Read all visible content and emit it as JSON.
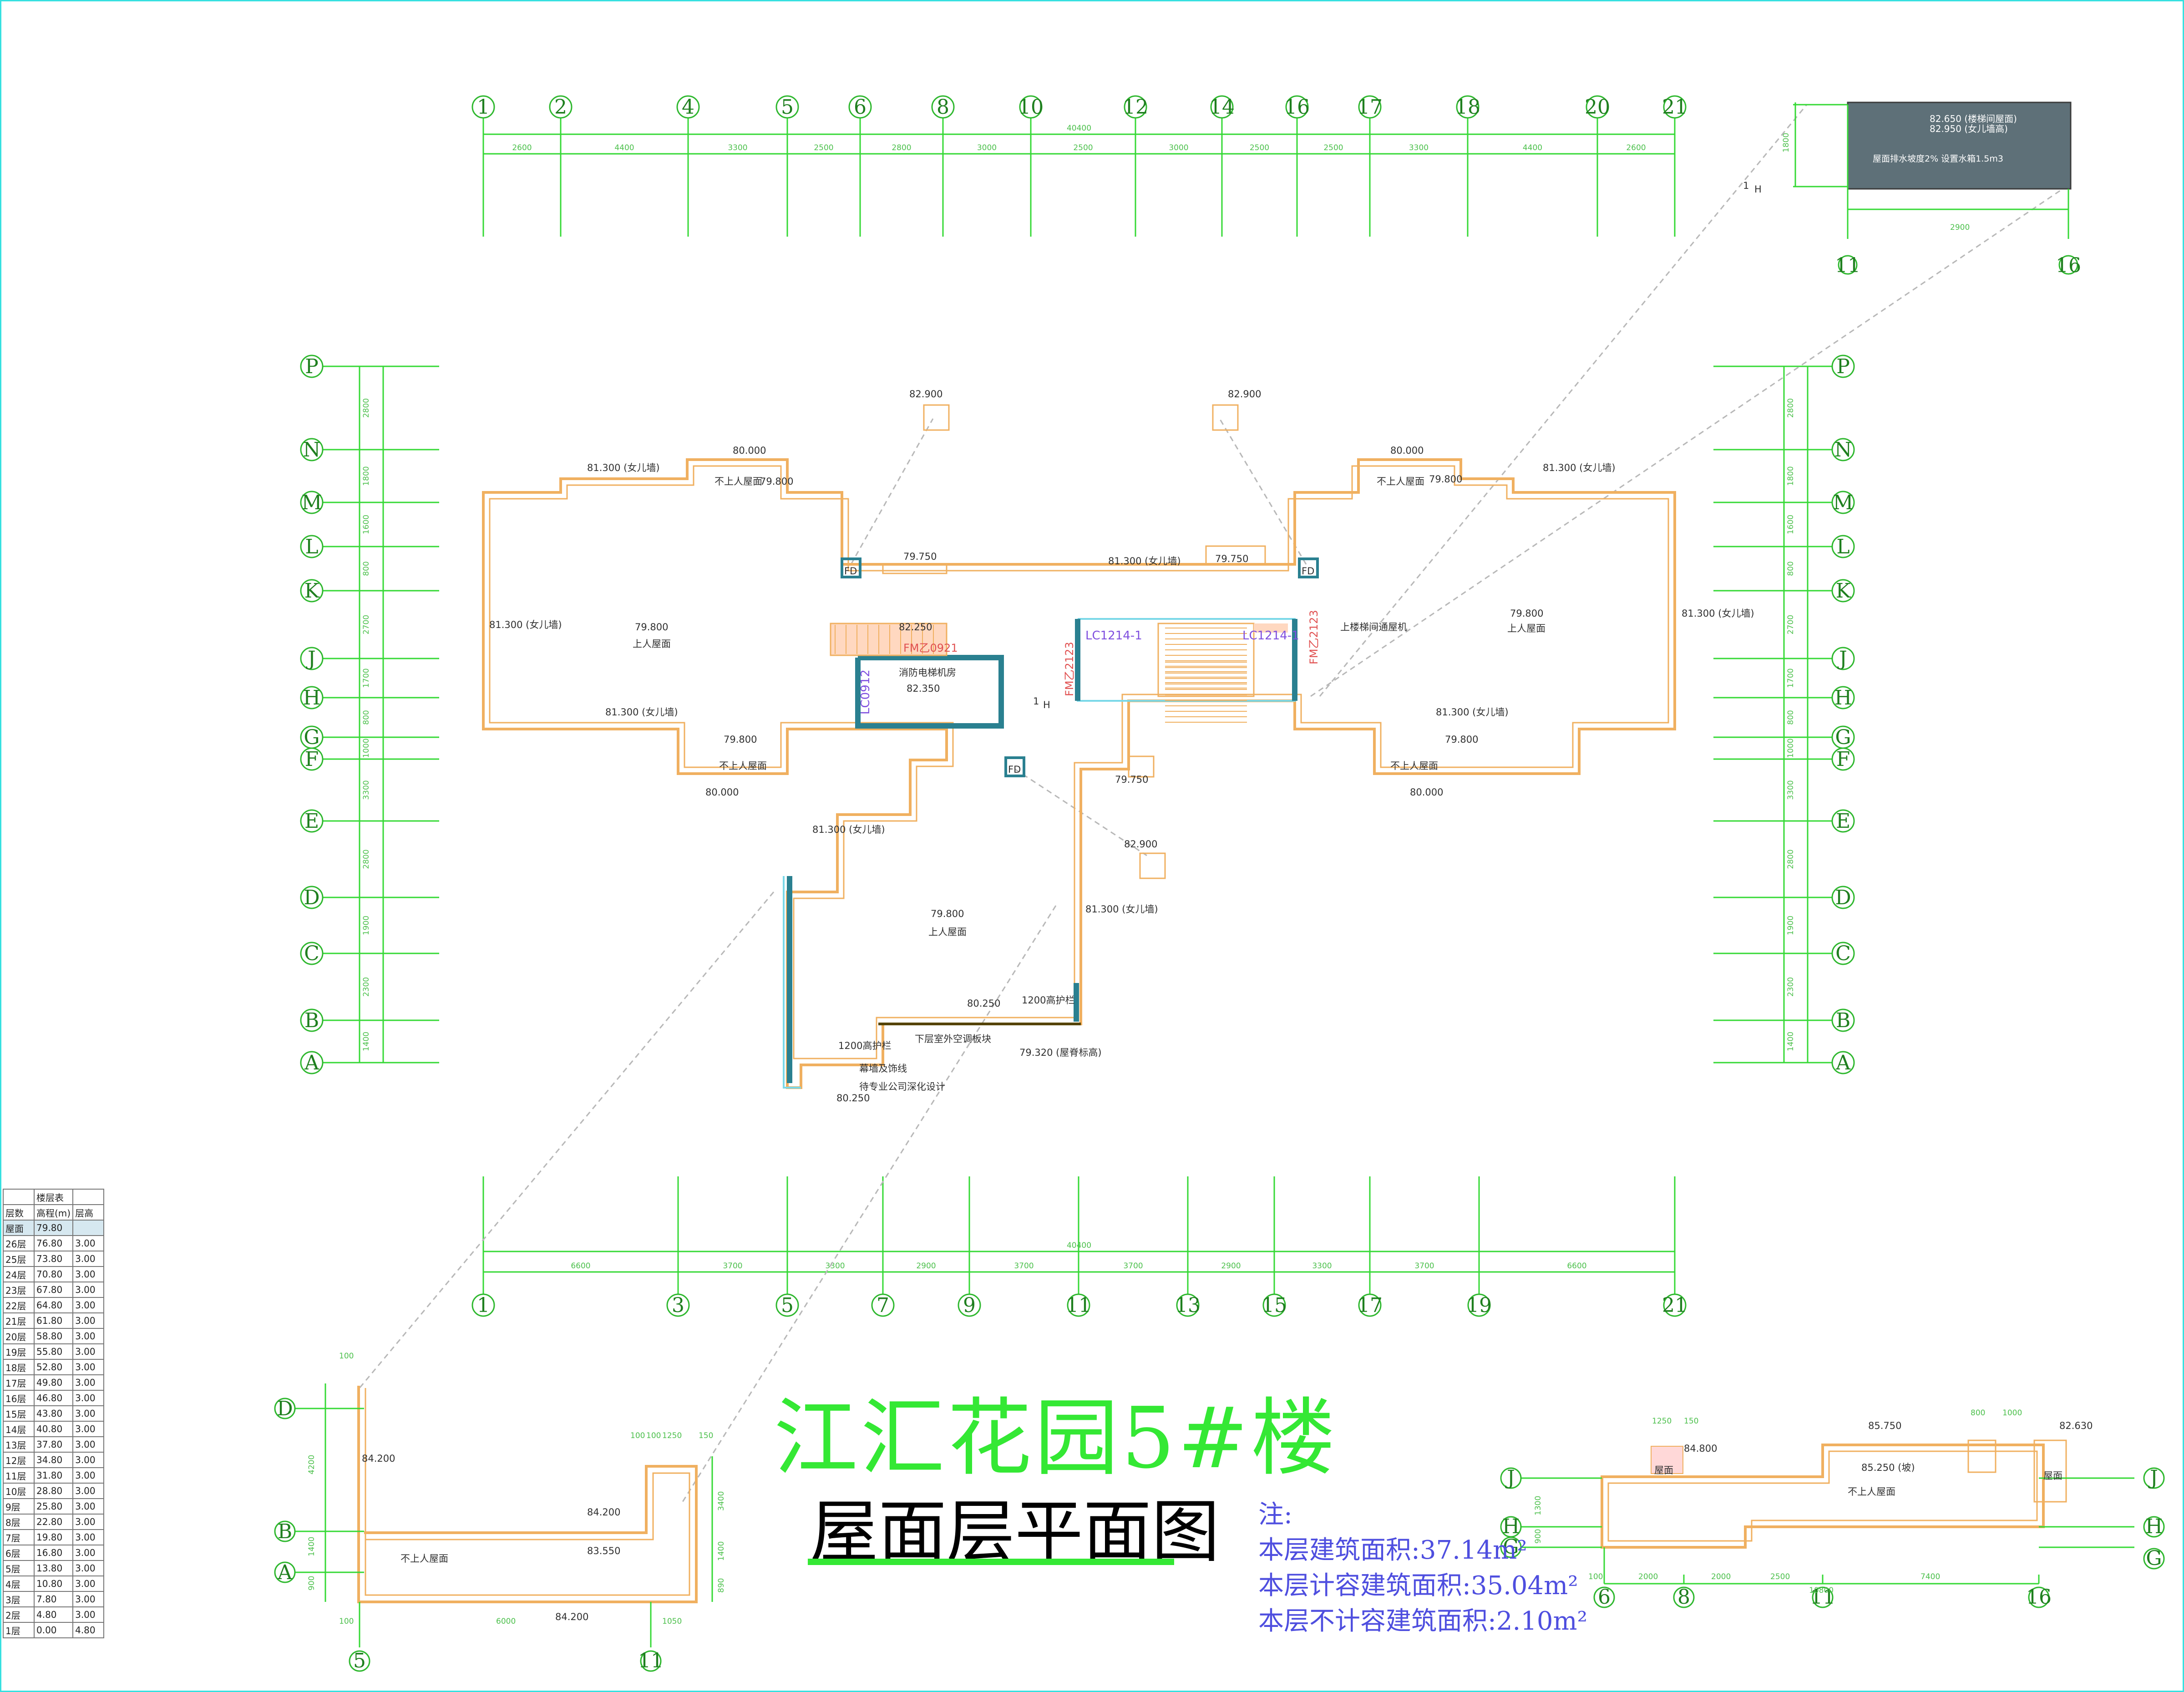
{
  "title": "江汇花园5#楼",
  "subtitle": "屋面层平面图",
  "notes": {
    "label": "注:",
    "lines": [
      "本层建筑面积:37.14m²",
      "本层计容建筑面积:35.04m²",
      "本层不计容建筑面积:2.10m²"
    ]
  },
  "axes": {
    "top": [
      "1",
      "2",
      "4",
      "5",
      "6",
      "8",
      "10",
      "12",
      "14",
      "16",
      "17",
      "18",
      "20",
      "21"
    ],
    "top_dims": [
      "2600",
      "4400",
      "3300",
      "2500",
      "2800",
      "3000",
      "2500",
      "3000",
      "2500",
      "2500",
      "3300",
      "4400",
      "2600"
    ],
    "top_total": "40400",
    "bottom": [
      "1",
      "3",
      "5",
      "7",
      "9",
      "11",
      "13",
      "15",
      "17",
      "19",
      "21"
    ],
    "bottom_dims": [
      "6600",
      "3700",
      "3300",
      "2900",
      "3700",
      "3700",
      "2900",
      "3300",
      "3700",
      "6600"
    ],
    "bottom_total": "40400",
    "side": [
      "P",
      "N",
      "M",
      "L",
      "K",
      "J",
      "H",
      "G",
      "F",
      "E",
      "D",
      "C",
      "B",
      "A"
    ],
    "side_dims": [
      "2800",
      "1800",
      "1600",
      "800",
      "2700",
      "1700",
      "800",
      "1000",
      "3300",
      "2800",
      "1900",
      "2300",
      "1400"
    ]
  },
  "plan_labels": {
    "elev_82900": "82.900",
    "elev_80000": "80.000",
    "elev_81300_dz": "81.300 (女儿墙)",
    "elev_79800": "79.800",
    "elev_79750": "79.750",
    "elev_82250": "82.250",
    "elev_82350": "82.350",
    "elev_80250": "80.250",
    "elev_79320": "79.320 (屋脊标高)",
    "no_access_roof": "不上人屋面",
    "access_roof": "上人屋面",
    "elevator_room": "消防电梯机房",
    "parapet_1200": "1200高护栏",
    "fd": "FD",
    "fm_door": "FM乙0921",
    "lc_1": "LC0912",
    "lc_2": "LC1214-1",
    "lc_3": "LC1214-1",
    "fm_2123": "FM乙2123",
    "fm_2123b": "FM乙2123",
    "stair_note": "上楼梯间通屋机",
    "aircon": "下层室外空调板块",
    "curtain": "幕墙及饰线",
    "curtain2": "待专业公司深化设计",
    "section": "1",
    "section_h": "H"
  },
  "detail_roof": {
    "elev_1": "82.650 (楼梯间屋面)",
    "elev_2": "82.950 (女儿墙高)",
    "note": "屋面排水坡度2% 设置水箱1.5m3",
    "width": "2900",
    "axes": [
      "11",
      "16"
    ],
    "side_dim": "1800",
    "section": "1",
    "section_h": "H"
  },
  "detail_left": {
    "axes_bottom": [
      "5",
      "11"
    ],
    "axes_side": [
      "D",
      "B",
      "A"
    ],
    "elev_84200": "84.200",
    "elev_83550": "83.550",
    "no_access": "不上人屋面",
    "dims": [
      "100",
      "100",
      "100",
      "100",
      "1250",
      "150",
      "6000",
      "1050",
      "4200",
      "1400",
      "900",
      "3400",
      "1400",
      "890"
    ]
  },
  "detail_right": {
    "axes_bottom": [
      "6",
      "8",
      "11",
      "16"
    ],
    "axes_side": [
      "J",
      "H",
      "G"
    ],
    "elev_84800": "84.800",
    "elev_85750": "85.750",
    "elev_85250": "85.250 (坡)",
    "elev_82630": "82.630",
    "no_access": "不上人屋面",
    "room": "屋面",
    "room2": "屋面",
    "dims": [
      "1250",
      "150",
      "800",
      "1000",
      "2000",
      "2000",
      "2500",
      "7400",
      "100",
      "10800",
      "1300",
      "900"
    ]
  },
  "floor_table": {
    "title": "楼层表",
    "headers": [
      "层数",
      "高程(m)",
      "层高"
    ],
    "rows": [
      [
        "屋面",
        "79.80",
        ""
      ],
      [
        "26层",
        "76.80",
        "3.00"
      ],
      [
        "25层",
        "73.80",
        "3.00"
      ],
      [
        "24层",
        "70.80",
        "3.00"
      ],
      [
        "23层",
        "67.80",
        "3.00"
      ],
      [
        "22层",
        "64.80",
        "3.00"
      ],
      [
        "21层",
        "61.80",
        "3.00"
      ],
      [
        "20层",
        "58.80",
        "3.00"
      ],
      [
        "19层",
        "55.80",
        "3.00"
      ],
      [
        "18层",
        "52.80",
        "3.00"
      ],
      [
        "17层",
        "49.80",
        "3.00"
      ],
      [
        "16层",
        "46.80",
        "3.00"
      ],
      [
        "15层",
        "43.80",
        "3.00"
      ],
      [
        "14层",
        "40.80",
        "3.00"
      ],
      [
        "13层",
        "37.80",
        "3.00"
      ],
      [
        "12层",
        "34.80",
        "3.00"
      ],
      [
        "11层",
        "31.80",
        "3.00"
      ],
      [
        "10层",
        "28.80",
        "3.00"
      ],
      [
        "9层",
        "25.80",
        "3.00"
      ],
      [
        "8层",
        "22.80",
        "3.00"
      ],
      [
        "7层",
        "19.80",
        "3.00"
      ],
      [
        "6层",
        "16.80",
        "3.00"
      ],
      [
        "5层",
        "13.80",
        "3.00"
      ],
      [
        "4层",
        "10.80",
        "3.00"
      ],
      [
        "3层",
        "7.80",
        "3.00"
      ],
      [
        "2层",
        "4.80",
        "3.00"
      ],
      [
        "1层",
        "0.00",
        "4.80"
      ]
    ]
  }
}
